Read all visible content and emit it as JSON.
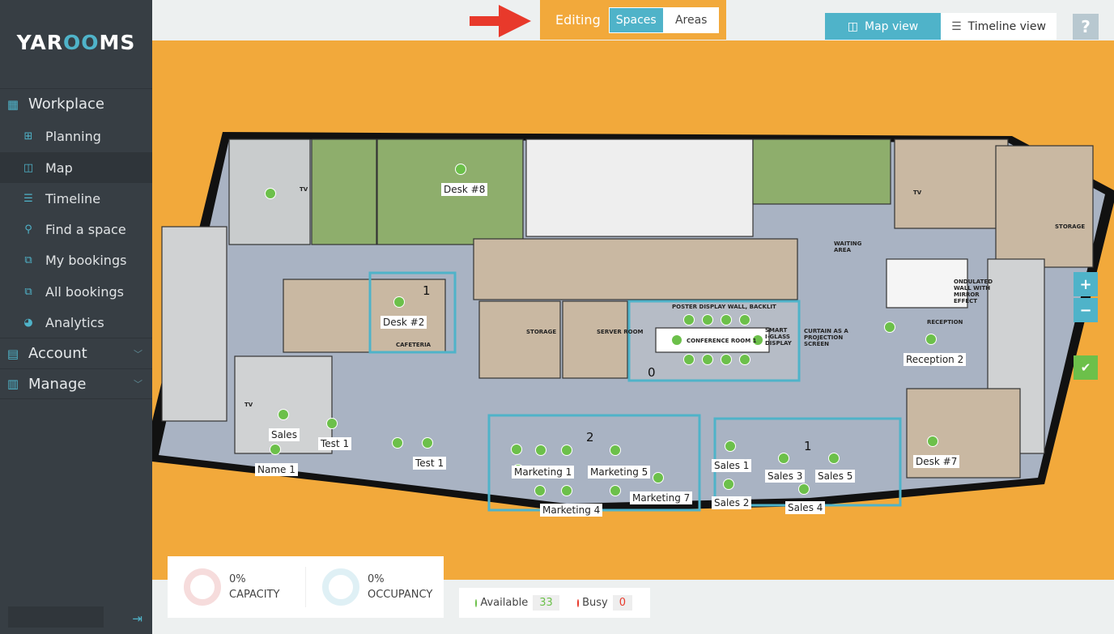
{
  "app": {
    "logo_left": "YAR",
    "logo_mid": "OO",
    "logo_right": "MS"
  },
  "sidebar": {
    "groups": [
      {
        "label": "Workplace",
        "icon": "building-icon"
      },
      {
        "label": "Account",
        "icon": "id-card-icon"
      },
      {
        "label": "Manage",
        "icon": "clipboard-icon"
      }
    ],
    "items": [
      {
        "label": "Planning",
        "icon": "planning-icon"
      },
      {
        "label": "Map",
        "icon": "map-icon",
        "active": true
      },
      {
        "label": "Timeline",
        "icon": "timeline-icon"
      },
      {
        "label": "Find a space",
        "icon": "search-icon"
      },
      {
        "label": "My bookings",
        "icon": "bookings-icon"
      },
      {
        "label": "All bookings",
        "icon": "bookings-icon"
      },
      {
        "label": "Analytics",
        "icon": "pie-chart-icon"
      }
    ]
  },
  "toolbar": {
    "editing_label": "Editing",
    "spaces": "Spaces",
    "areas": "Areas",
    "map_view": "Map view",
    "timeline_view": "Timeline view",
    "help": "?",
    "active_mode": "Spaces",
    "active_view": "Map view"
  },
  "map": {
    "zoom_in": "+",
    "zoom_out": "−",
    "space_labels": [
      "Desk #8",
      "Desk #2",
      "Sales",
      "Test 1",
      "Name 1",
      "Test 1",
      "Marketing 1",
      "Marketing 5",
      "Marketing 7",
      "Marketing 4",
      "Sales 1",
      "Sales 2",
      "Sales 3",
      "Sales 5",
      "Sales 4",
      "Desk #7",
      "Reception 2"
    ],
    "plan_text": [
      "STORAGE",
      "SERVER ROOM",
      "CONFERENCE ROOM 1",
      "POSTER DISPLAY WALL, BACKLIT",
      "SMART I-GLASS DISPLAY",
      "CURTAIN AS A PROJECTION SCREEN",
      "CAFETERIA",
      "WAITING AREA",
      "ONDULATED WALL WITH MIRROR EFFECT",
      "RECEPTION",
      "STORAGE",
      "TV",
      "TV",
      "TV"
    ],
    "room_counts": [
      "0",
      "1",
      "2",
      "1"
    ],
    "colors": {
      "available": "#6cc04a",
      "area_outline": "#4fb3c9",
      "background": "#f2a93b"
    }
  },
  "stats": {
    "capacity_value": "0%",
    "capacity_label": "CAPACITY",
    "occupancy_value": "0%",
    "occupancy_label": "OCCUPANCY"
  },
  "legend": {
    "available_label": "Available",
    "available_count": "33",
    "busy_label": "Busy",
    "busy_count": "0",
    "available_color": "#6cc04a",
    "busy_color": "#e8392b"
  }
}
